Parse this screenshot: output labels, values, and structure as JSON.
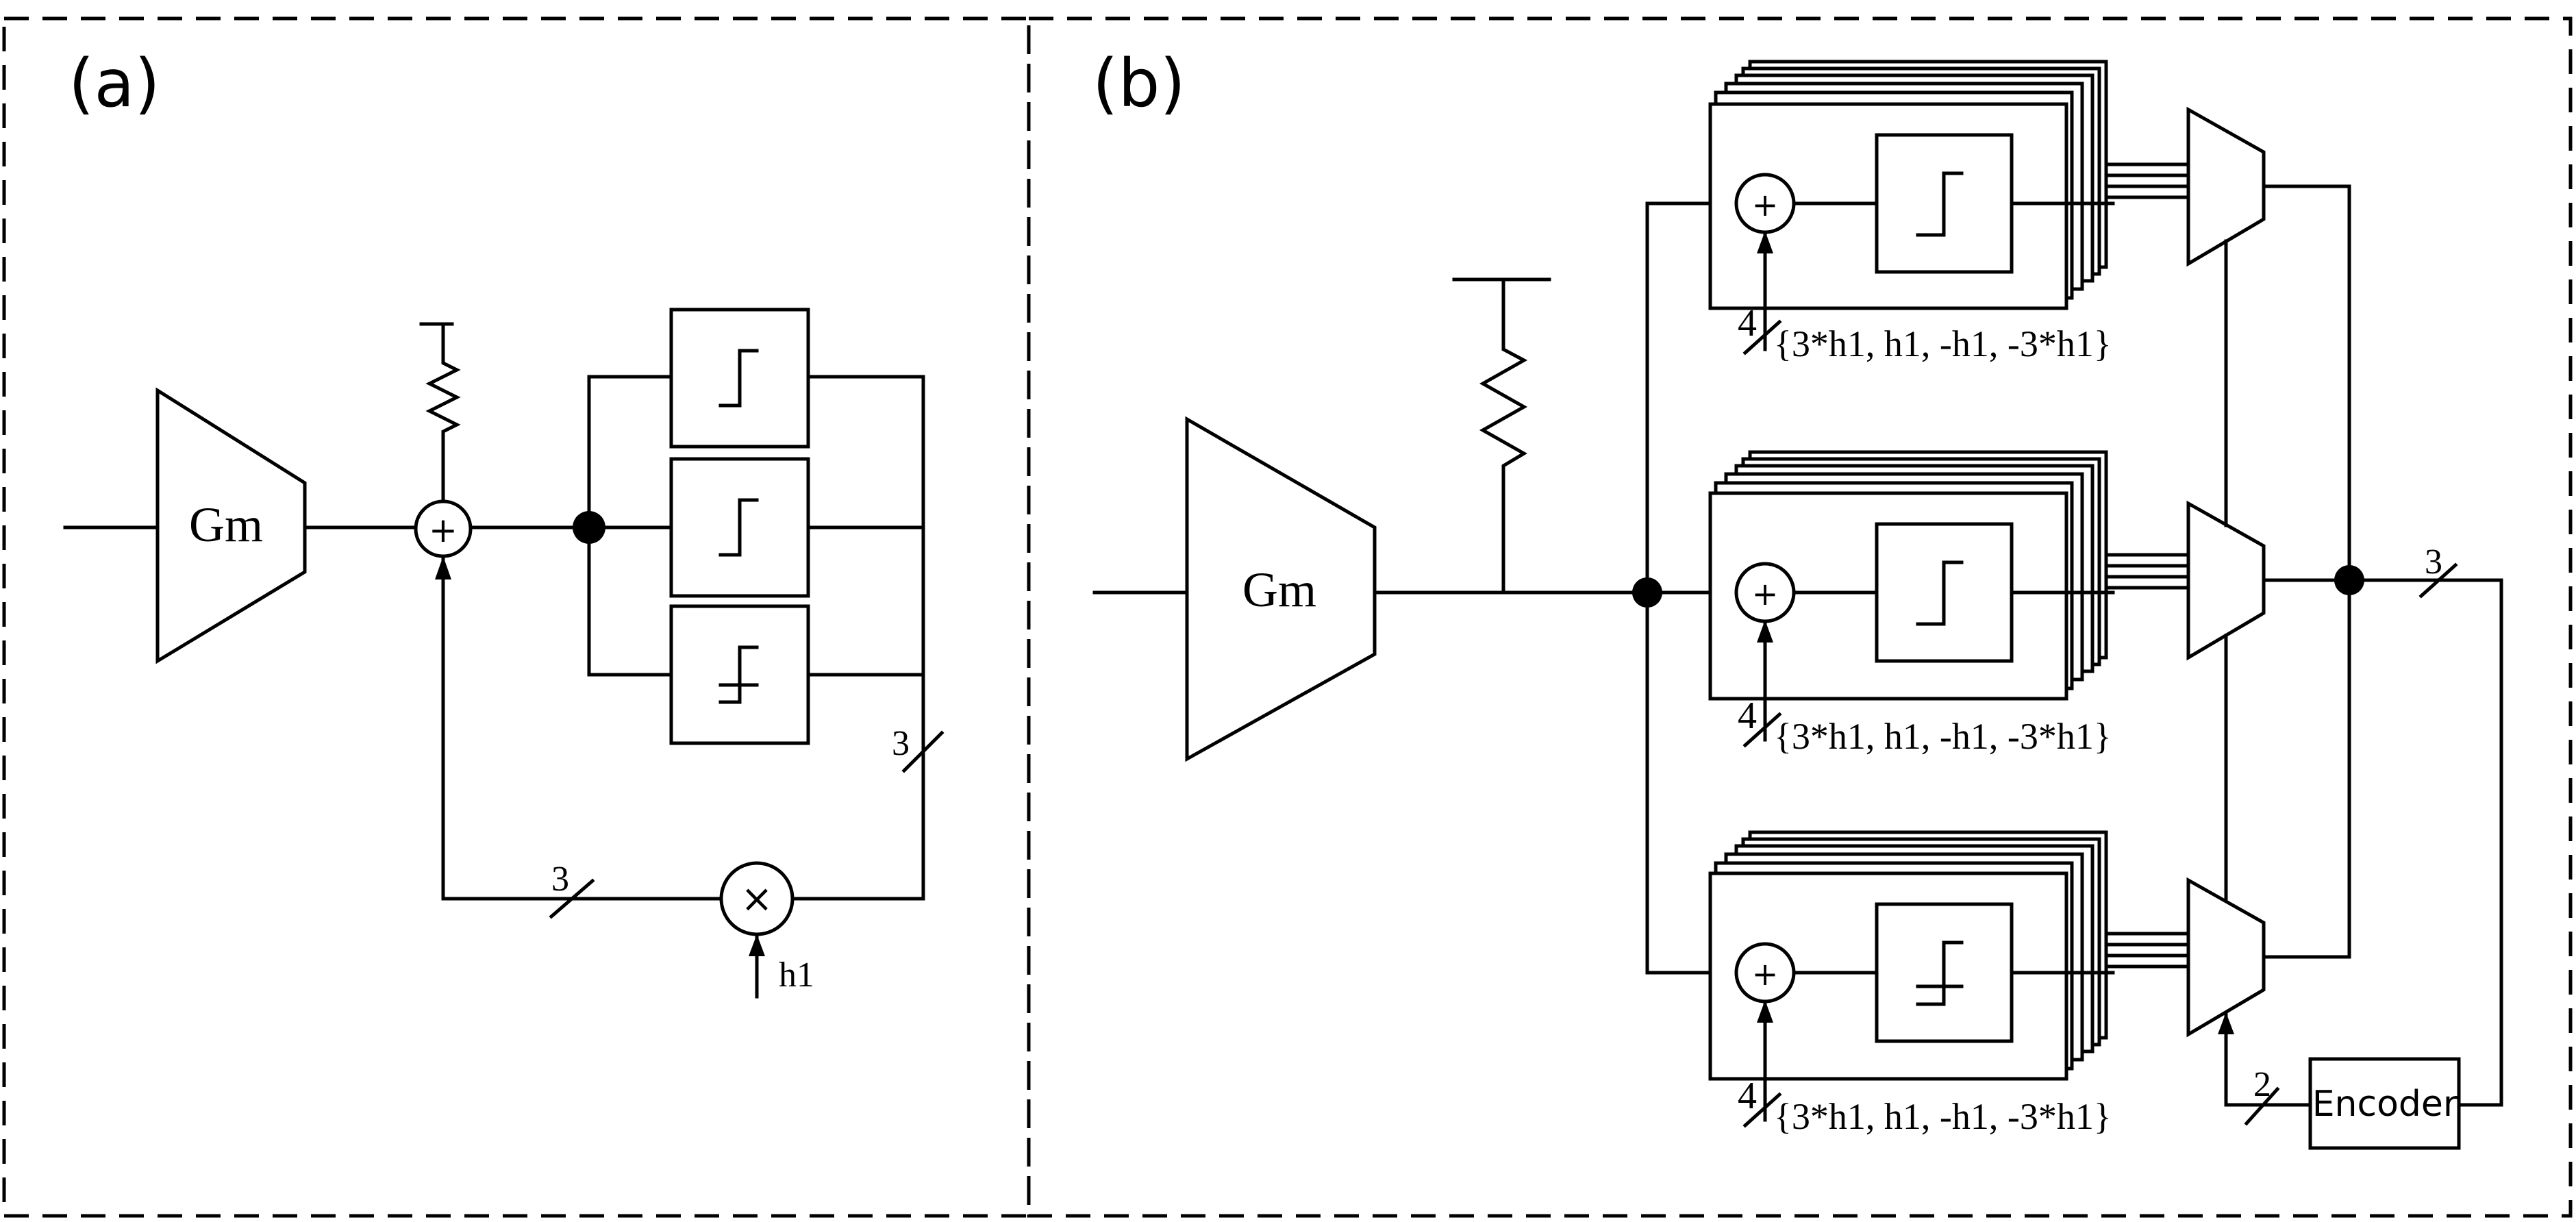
{
  "panel_a": {
    "label": "(a)",
    "gm_label": "Gm",
    "adder_symbol": "+",
    "multiplier_symbol": "×",
    "bus_width_3": "3",
    "coefficient": "h1"
  },
  "panel_b": {
    "label": "(b)",
    "gm_label": "Gm",
    "adder_symbol": "+",
    "bus_width_4": "4",
    "tap_values": "{3*h1, h1, -h1, -3*h1}",
    "output_bus_width": "3",
    "select_bus_width": "2",
    "encoder_label": "Encoder"
  },
  "icons": [
    "comparator-icon",
    "resistor-icon",
    "adder-icon",
    "multiplier-icon",
    "mux-icon"
  ]
}
